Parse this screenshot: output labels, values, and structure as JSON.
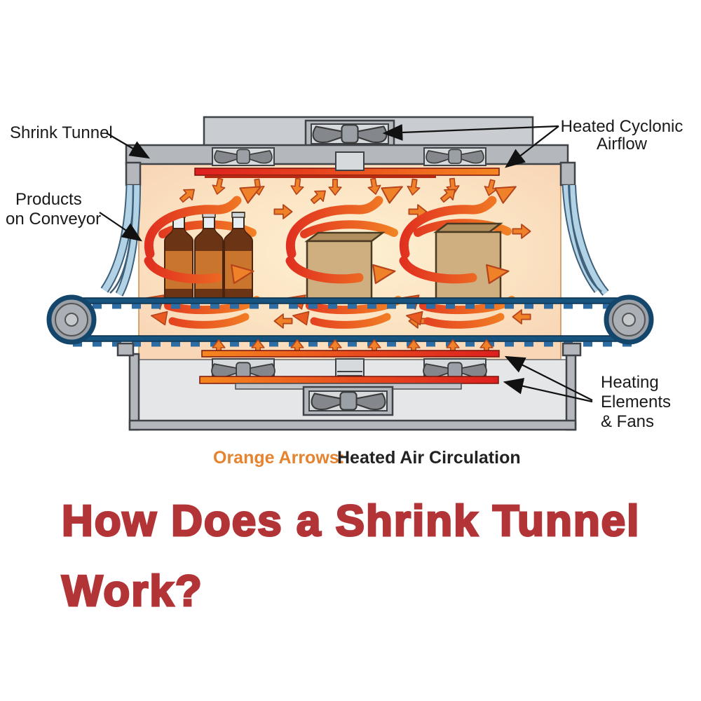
{
  "title": {
    "line1": "How Does a Shrink Tunnel",
    "line2": "Work?",
    "color": "#b33437"
  },
  "caption": {
    "prefix": "Orange Arrows:",
    "rest": "Heated Air Circulation",
    "prefix_color": "#e6832e",
    "rest_color": "#222222"
  },
  "callouts": {
    "shrink_tunnel": {
      "label": "Shrink Tunnel"
    },
    "products": {
      "line1": "Products",
      "line2": "on Conveyor"
    },
    "cyclonic": {
      "line1": "Heated Cyclonic",
      "line2": "Airflow"
    },
    "heating": {
      "line1": "Heating",
      "line2": "Elements",
      "line3": "& Fans"
    }
  },
  "colors": {
    "hot_air_arrow_orange": "#ef8129",
    "hot_air_arrow_red": "#e03020",
    "heating_element_red": "#dc1f1f",
    "heating_element_orange": "#f5871f",
    "chamber_peach": "#f8d6b6",
    "chamber_center": "#fdf0d2",
    "machine_gray": "#b4b8bd",
    "belt_blue": "#16537e",
    "belt_tread_blue": "#2e6da4",
    "curtain_blue": "#b2d2e6",
    "label_text": "#1a1a1a"
  }
}
